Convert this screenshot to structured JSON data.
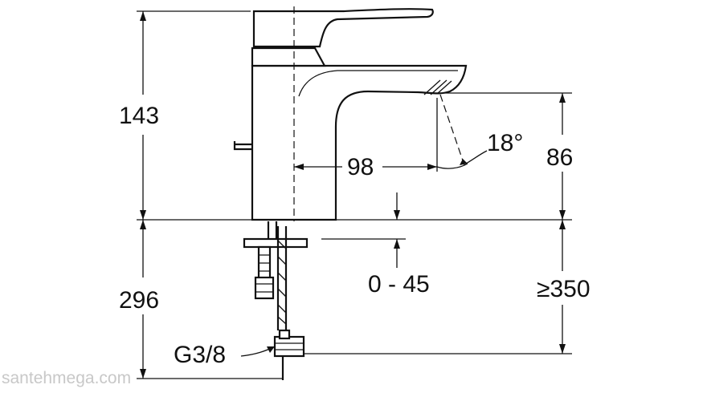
{
  "dimensions": {
    "height_above_deck": "143",
    "height_below_deck": "296",
    "spout_reach": "98",
    "spout_angle": "18°",
    "spout_outlet_height": "86",
    "deck_thickness": "0 - 45",
    "min_tail_length": "≥350",
    "connection_thread": "G3/8"
  },
  "watermark": "santehmega.com"
}
